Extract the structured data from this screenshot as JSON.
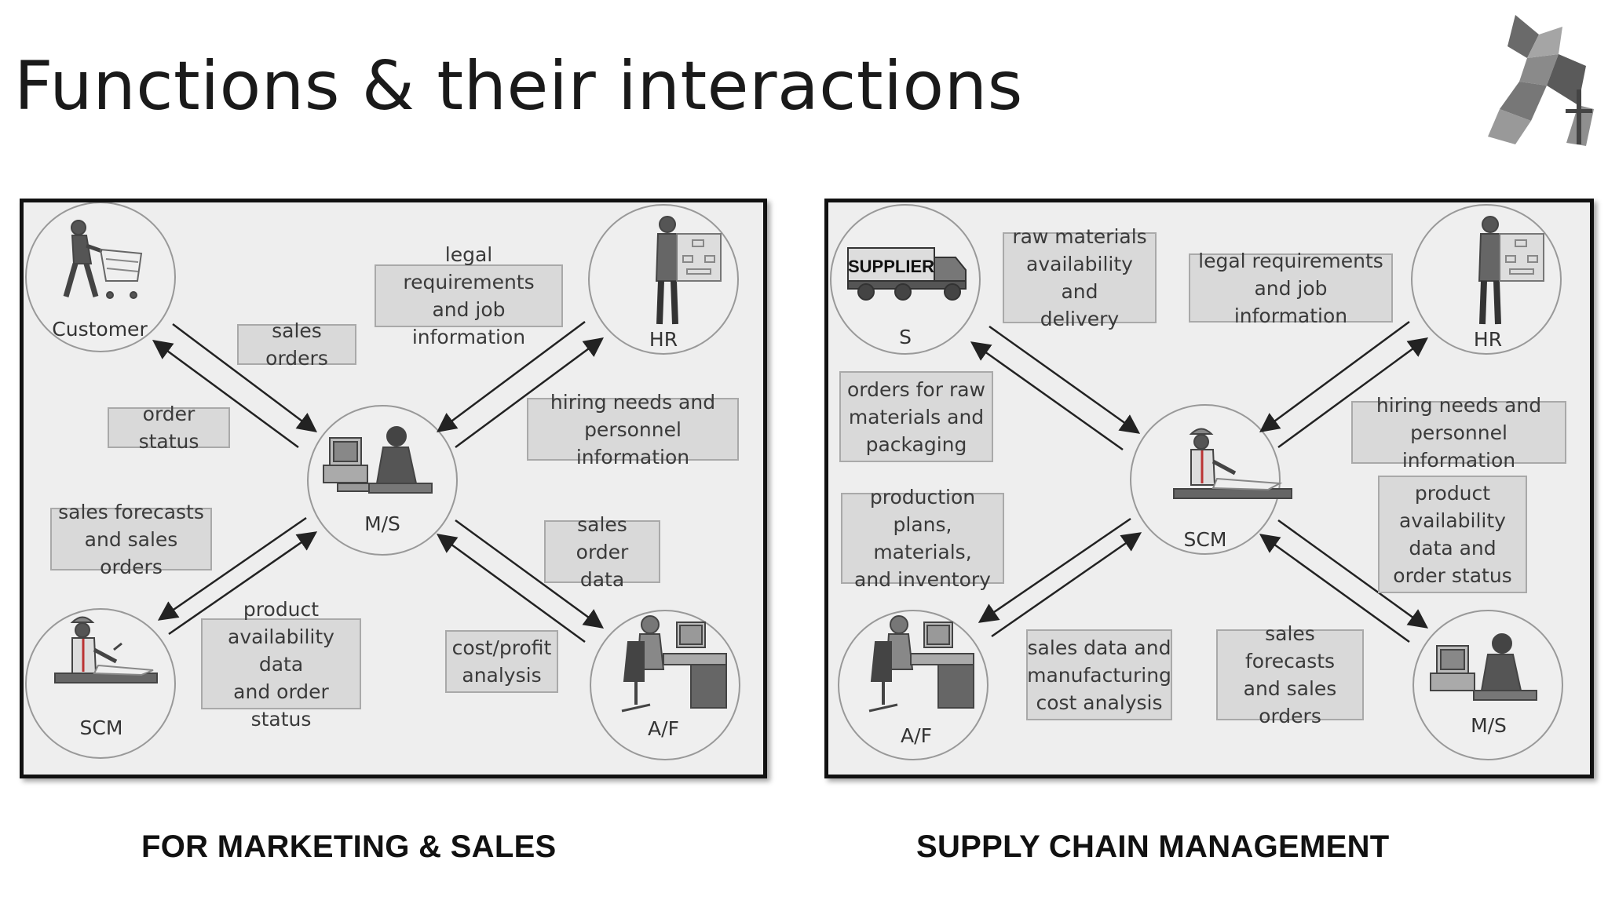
{
  "title": "Functions & their interactions",
  "diagram_ms": {
    "caption": "FOR MARKETING & SALES",
    "nodes": {
      "customer": "Customer",
      "hr": "HR",
      "ms": "M/S",
      "scm": "SCM",
      "af": "A/F"
    },
    "labels": {
      "sales_orders": "sales orders",
      "legal": "legal requirements\nand job information",
      "order_status": "order status",
      "hiring": "hiring needs and\npersonnel information",
      "forecasts": "sales forecasts\nand sales orders",
      "sales_order_data": "sales order\ndata",
      "product_avail": "product\navailability data\nand order status",
      "cost_profit": "cost/profit\nanalysis"
    }
  },
  "diagram_scm": {
    "caption": "SUPPLY CHAIN MANAGEMENT",
    "truck_text": "SUPPLIER",
    "nodes": {
      "s": "S",
      "hr": "HR",
      "scm": "SCM",
      "af": "A/F",
      "ms": "M/S"
    },
    "labels": {
      "raw_materials": "raw materials\navailability and\ndelivery",
      "legal": "legal requirements\nand job information",
      "orders_raw": "orders for raw\nmaterials and\npackaging",
      "hiring": "hiring needs and\npersonnel information",
      "production": "production\nplans, materials,\nand inventory",
      "product_avail": "product\navailability\ndata and\norder status",
      "sales_data": "sales data and\nmanufacturing\ncost analysis",
      "sales_forecasts": "sales forecasts\nand sales\norders"
    }
  }
}
